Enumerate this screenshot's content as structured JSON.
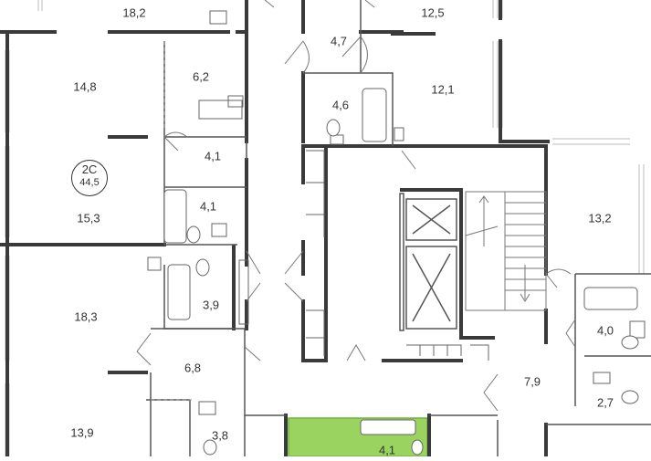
{
  "colors": {
    "wall": "#3a3a3a",
    "thin_line": "#8a8a8a",
    "highlight_fill": "#9ad35f",
    "highlight_stroke": "#6fb23e",
    "window": "#bbbbbb"
  },
  "apartment_badge": {
    "code": "2С",
    "area": "44,5"
  },
  "rooms": [
    {
      "id": "r18-2-top",
      "area": "18,2"
    },
    {
      "id": "r12-5",
      "area": "12,5"
    },
    {
      "id": "r4-7",
      "area": "4,7"
    },
    {
      "id": "r14-8",
      "area": "14,8"
    },
    {
      "id": "r6-2",
      "area": "6,2"
    },
    {
      "id": "r4-6",
      "area": "4,6"
    },
    {
      "id": "r12-1",
      "area": "12,1"
    },
    {
      "id": "r4-1-hall",
      "area": "4,1"
    },
    {
      "id": "r4-1-bath",
      "area": "4,1"
    },
    {
      "id": "r15-3",
      "area": "15,3"
    },
    {
      "id": "r13-2",
      "area": "13,2"
    },
    {
      "id": "r3-9",
      "area": "3,9"
    },
    {
      "id": "r18-3",
      "area": "18,3"
    },
    {
      "id": "r4-0",
      "area": "4,0"
    },
    {
      "id": "r6-8",
      "area": "6,8"
    },
    {
      "id": "r7-9",
      "area": "7,9"
    },
    {
      "id": "r2-7",
      "area": "2,7"
    },
    {
      "id": "r13-9",
      "area": "13,9"
    },
    {
      "id": "r3-8",
      "area": "3,8"
    },
    {
      "id": "r4-1-bottom",
      "area": "4,1"
    }
  ]
}
